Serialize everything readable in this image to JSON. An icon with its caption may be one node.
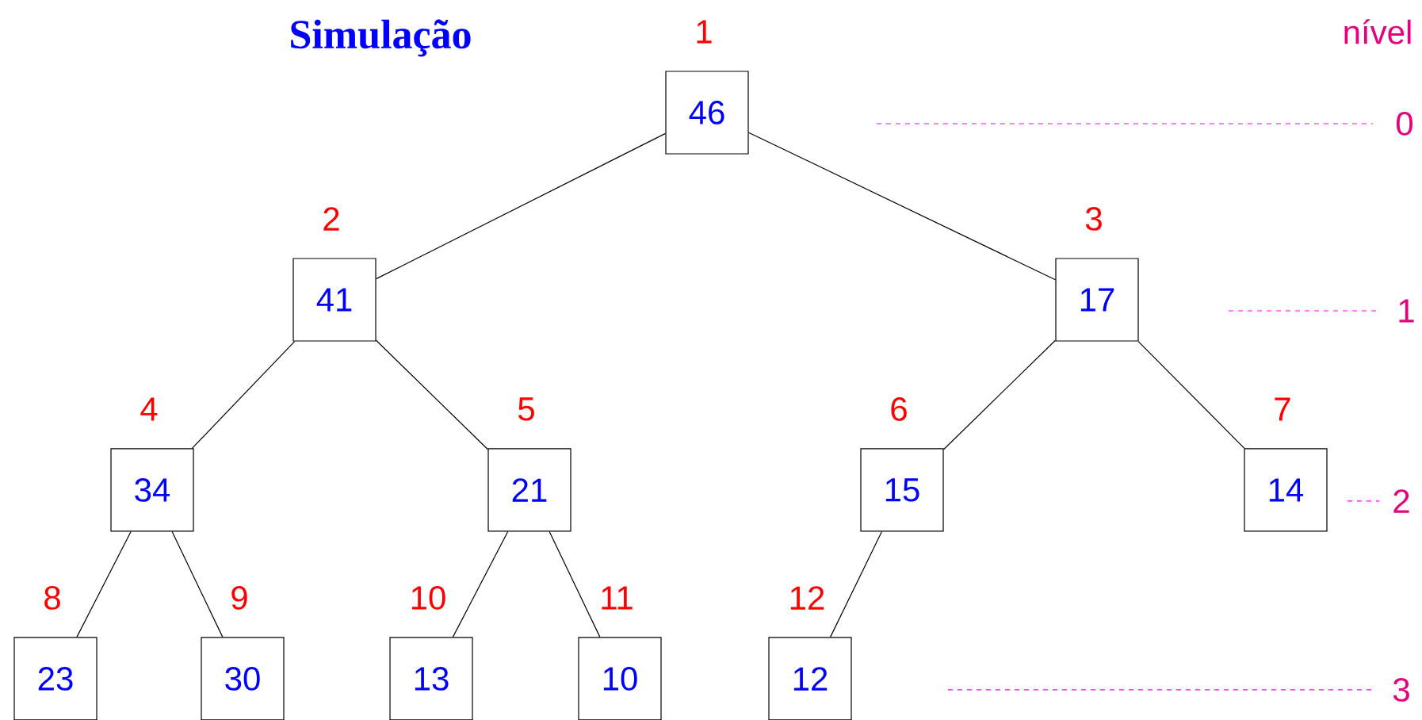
{
  "diagram": {
    "title": "Simulação",
    "nodes": [
      {
        "text": [
          "46"
        ],
        "beside": [
          "1"
        ]
      },
      {
        "text": [
          "41"
        ],
        "beside": [
          "2"
        ]
      },
      {
        "text": [
          "17"
        ],
        "beside": [
          "3"
        ]
      },
      {
        "text": [
          "34"
        ],
        "beside": [
          "4"
        ]
      },
      {
        "text": [
          "21"
        ],
        "beside": [
          "5"
        ]
      },
      {
        "text": [
          "15"
        ],
        "beside": [
          "6"
        ]
      },
      {
        "text": [
          "14"
        ],
        "beside": [
          "7"
        ]
      },
      {
        "text": [
          "23"
        ],
        "beside": [
          "8"
        ]
      },
      {
        "text": [
          "30"
        ],
        "beside": [
          "9"
        ]
      },
      {
        "text": [
          "13"
        ],
        "beside": [
          "10"
        ]
      },
      {
        "text": [
          "10"
        ],
        "beside": [
          "11"
        ]
      },
      {
        "text": [
          "12"
        ],
        "beside": [
          "12"
        ]
      }
    ],
    "edges": [
      {
        "from": 0,
        "to": 1,
        "arrow": "none"
      },
      {
        "from": 0,
        "to": 2,
        "arrow": "none"
      },
      {
        "from": 1,
        "to": 3,
        "arrow": "none"
      },
      {
        "from": 1,
        "to": 4,
        "arrow": "none"
      },
      {
        "from": 2,
        "to": 5,
        "arrow": "none"
      },
      {
        "from": 2,
        "to": 6,
        "arrow": "none"
      },
      {
        "from": 3,
        "to": 7,
        "arrow": "none"
      },
      {
        "from": 3,
        "to": 8,
        "arrow": "none"
      },
      {
        "from": 4,
        "to": 9,
        "arrow": "none"
      },
      {
        "from": 4,
        "to": 10,
        "arrow": "none"
      },
      {
        "from": 5,
        "to": 11,
        "arrow": "none"
      }
    ],
    "labels": [
      "nível",
      "0",
      "1",
      "2",
      "3"
    ]
  }
}
